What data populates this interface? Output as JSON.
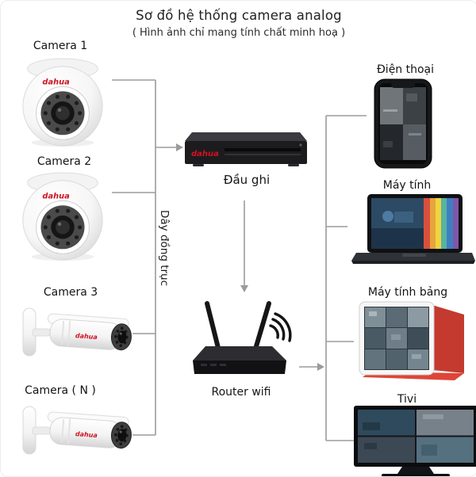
{
  "header": {
    "title": "Sơ đồ hệ thống camera analog",
    "subtitle": "( Hình ảnh chỉ mang tính chất minh hoạ )"
  },
  "brand": "dahua",
  "cameras": [
    {
      "label": "Camera 1"
    },
    {
      "label": "Camera 2"
    },
    {
      "label": "Camera 3"
    },
    {
      "label": "Camera ( N )"
    }
  ],
  "center": {
    "dvr_label": "Đầu ghi",
    "cable_label": "Dây đồng trục",
    "router_label": "Router wifi"
  },
  "devices": [
    {
      "label": "Điện thoại"
    },
    {
      "label": "Máy tính"
    },
    {
      "label": "Máy tính bảng"
    },
    {
      "label": "Tivi"
    }
  ],
  "colors": {
    "line": "#9b9b9b",
    "brand_red": "#cf1322",
    "text": "#141414"
  }
}
